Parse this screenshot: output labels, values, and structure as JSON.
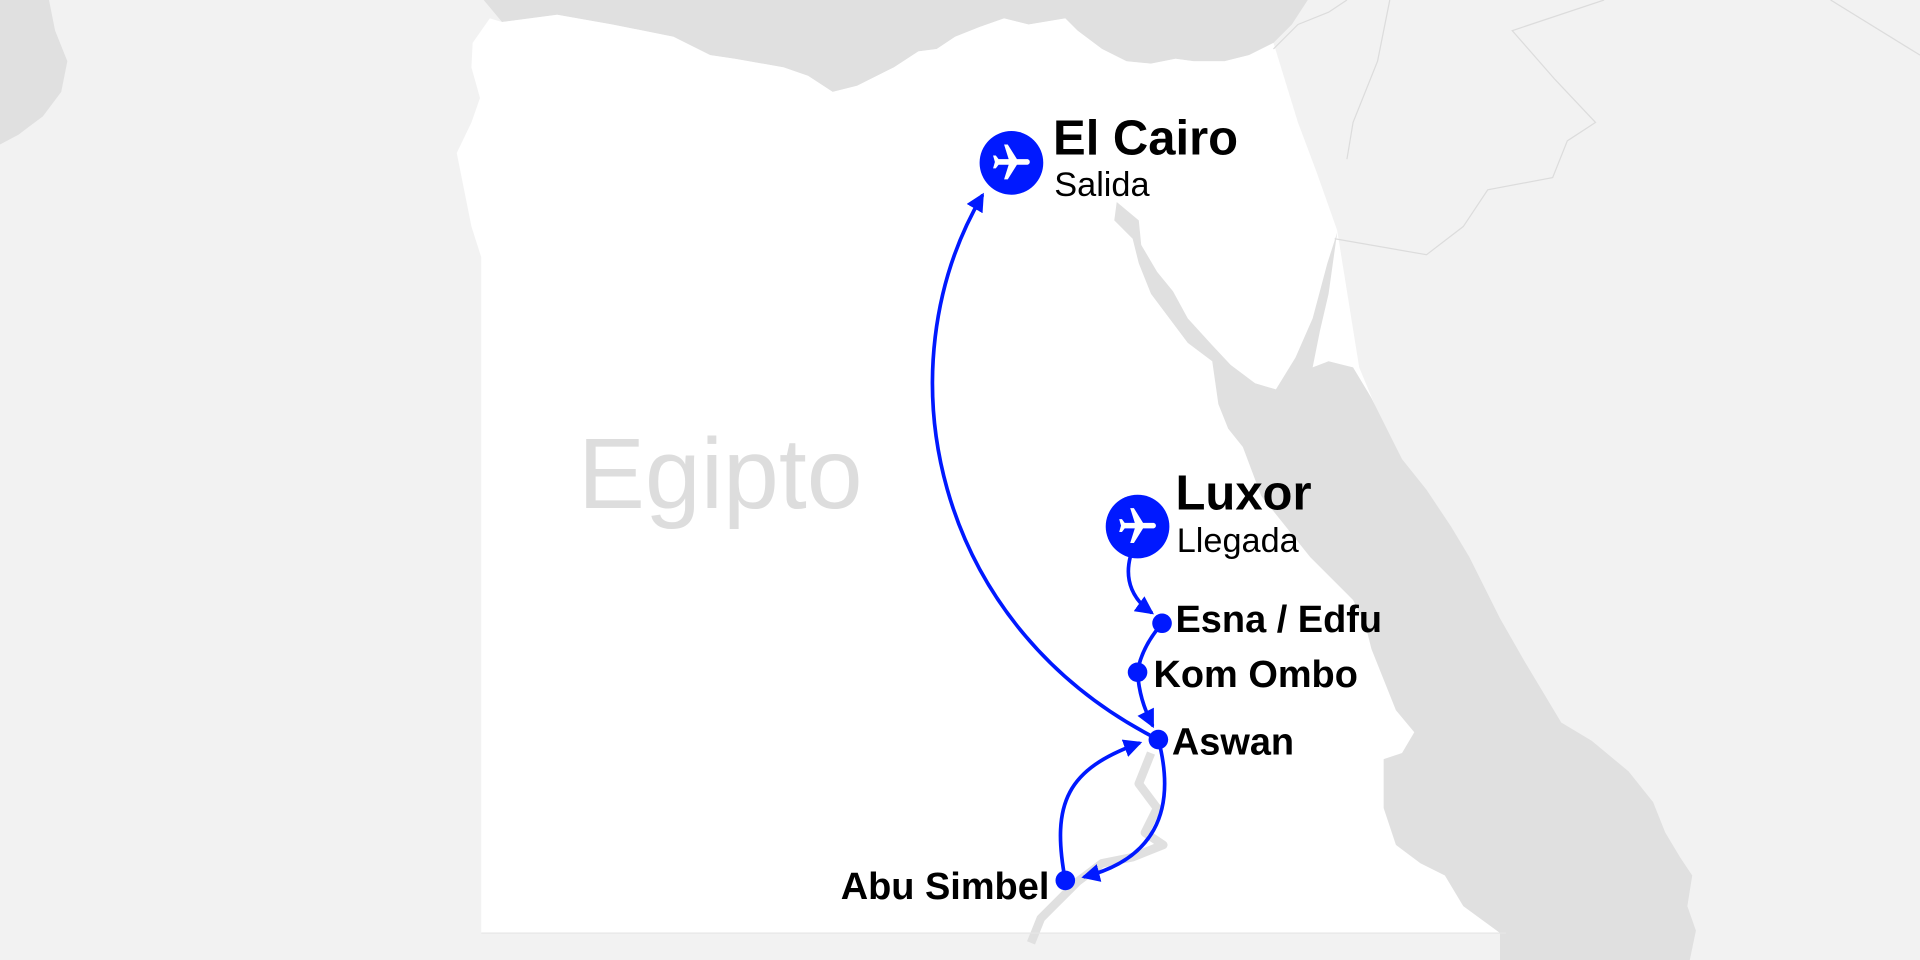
{
  "map": {
    "country_label": "Egipto",
    "colors": {
      "route": "#0019ff",
      "land_focus": "#ffffff",
      "land_other": "#f2f2f2",
      "water": "#e0e0e0",
      "country_label": "#dddddd",
      "text": "#000000"
    }
  },
  "stops": [
    {
      "name": "El Cairo",
      "note": "Salida",
      "icon": "airplane-icon"
    },
    {
      "name": "Luxor",
      "note": "Llegada",
      "icon": "airplane-icon"
    },
    {
      "name": "Esna / Edfu"
    },
    {
      "name": "Kom Ombo"
    },
    {
      "name": "Aswan"
    },
    {
      "name": "Abu Simbel"
    }
  ]
}
